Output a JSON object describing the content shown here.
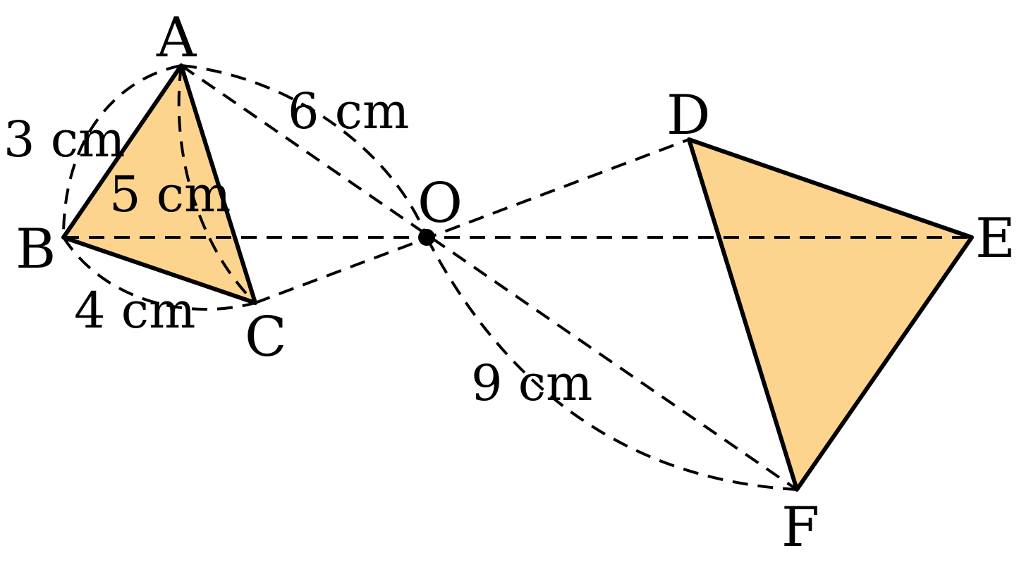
{
  "colors": {
    "triangle_fill": "#FDD48E",
    "stroke": "#000000",
    "background": "#FFFFFF"
  },
  "diagram": {
    "center_label": "O",
    "small_triangle": {
      "vertex_labels": [
        "A",
        "B",
        "C"
      ],
      "side_lengths": {
        "AB": "3 cm",
        "AC": "5 cm",
        "BC": "4 cm"
      }
    },
    "large_triangle": {
      "vertex_labels": [
        "D",
        "E",
        "F"
      ]
    },
    "distances": {
      "OA": "6 cm",
      "OF": "9 cm"
    }
  }
}
